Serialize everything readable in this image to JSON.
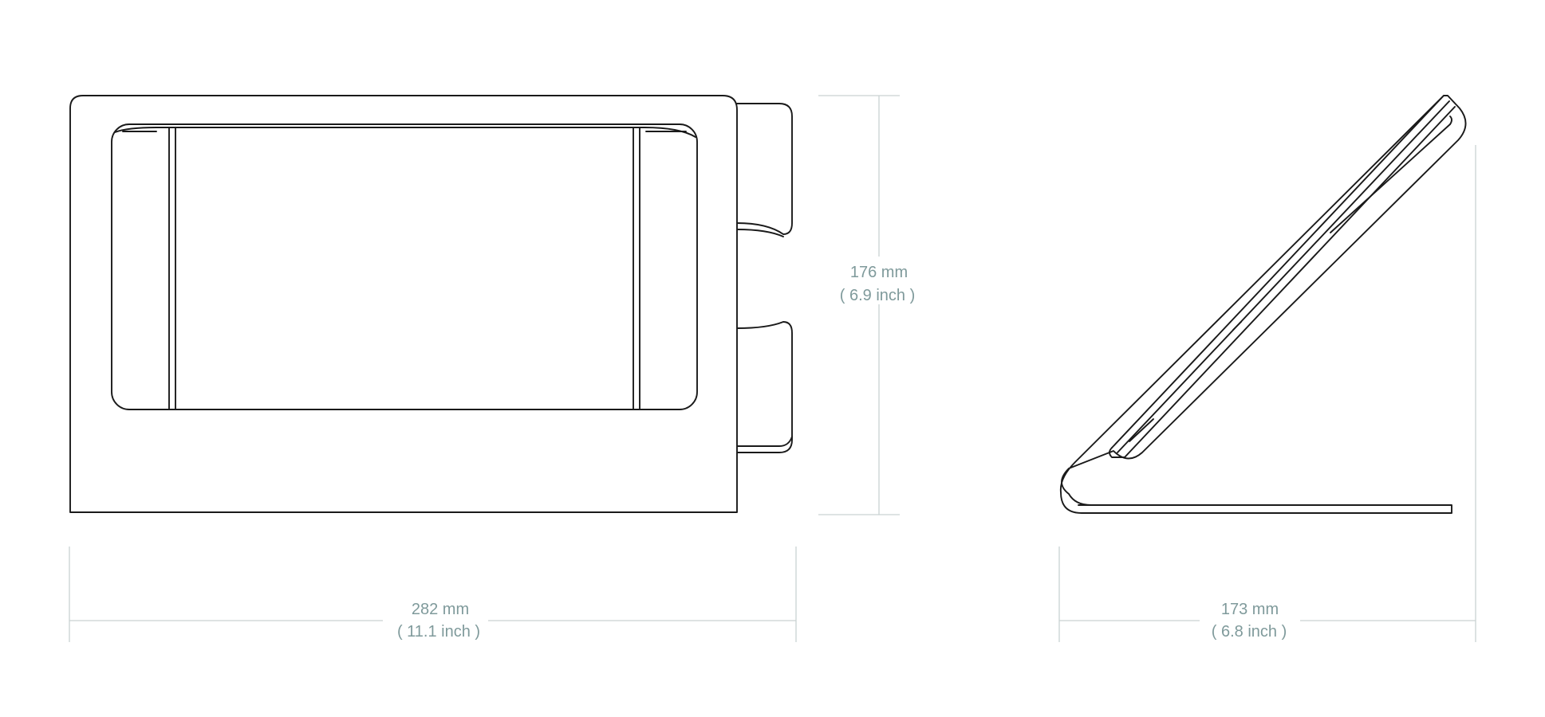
{
  "colors": {
    "outline": "#1a1a1a",
    "dimension_line": "#c9d2d2",
    "dimension_text": "#7f9a9b"
  },
  "dimensions": {
    "front_width": {
      "value": "282 mm",
      "imperial": "( 11.1 inch )"
    },
    "front_height": {
      "value": "176 mm",
      "imperial": "( 6.9 inch )"
    },
    "side_depth": {
      "value": "173 mm",
      "imperial": "( 6.8 inch )"
    }
  }
}
